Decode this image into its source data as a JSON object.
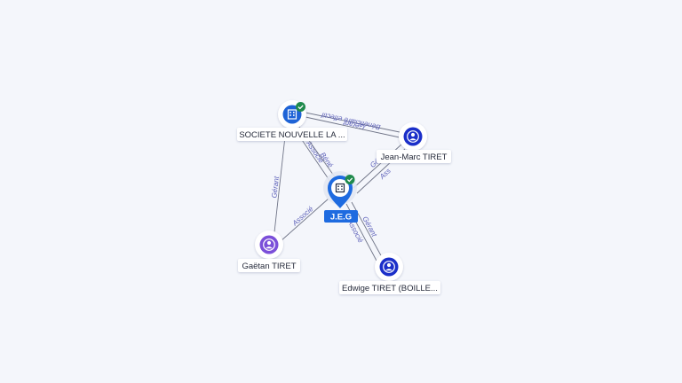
{
  "colors": {
    "company": "#1e63d6",
    "person_blue": "#1b2fc9",
    "person_purple": "#7b4fd9",
    "verified": "#1f8a4c",
    "edge": "#6f7487",
    "edge_label": "#5b5fb8",
    "focus": "#1e6be0"
  },
  "nodes": [
    {
      "id": "societe",
      "kind": "company",
      "label": "SOCIETE NOUVELLE LA ...",
      "verified": true,
      "icon": "building-icon"
    },
    {
      "id": "jeg",
      "kind": "focus-company",
      "label": "J.E.G",
      "verified": true,
      "icon": "building-icon"
    },
    {
      "id": "jeanmarc",
      "kind": "person",
      "label": "Jean-Marc TIRET",
      "icon": "person-icon"
    },
    {
      "id": "gaetan",
      "kind": "person-purple",
      "label": "Gaëtan TIRET",
      "icon": "person-icon"
    },
    {
      "id": "edwige",
      "kind": "person",
      "label": "Edwige TIRET (BOILLE...",
      "icon": "person-icon"
    }
  ],
  "edges": [
    {
      "id": "jm-soc-gerant",
      "label": "Gérant"
    },
    {
      "id": "jm-soc-benef",
      "label": "Bénéficiaire effectif"
    },
    {
      "id": "jeg-soc-associe",
      "label": "Associé"
    },
    {
      "id": "jeg-soc-benef",
      "label": "Béné"
    },
    {
      "id": "gaetan-soc-gerant",
      "label": "Gérant"
    },
    {
      "id": "gaetan-jeg-associe",
      "label": "Associé"
    },
    {
      "id": "jm-jeg-gerant",
      "label": "Gér"
    },
    {
      "id": "jm-jeg-associe",
      "label": "Ass"
    },
    {
      "id": "edwige-jeg-gerant",
      "label": "Gérant"
    },
    {
      "id": "edwige-jeg-associe",
      "label": "Associé"
    }
  ]
}
